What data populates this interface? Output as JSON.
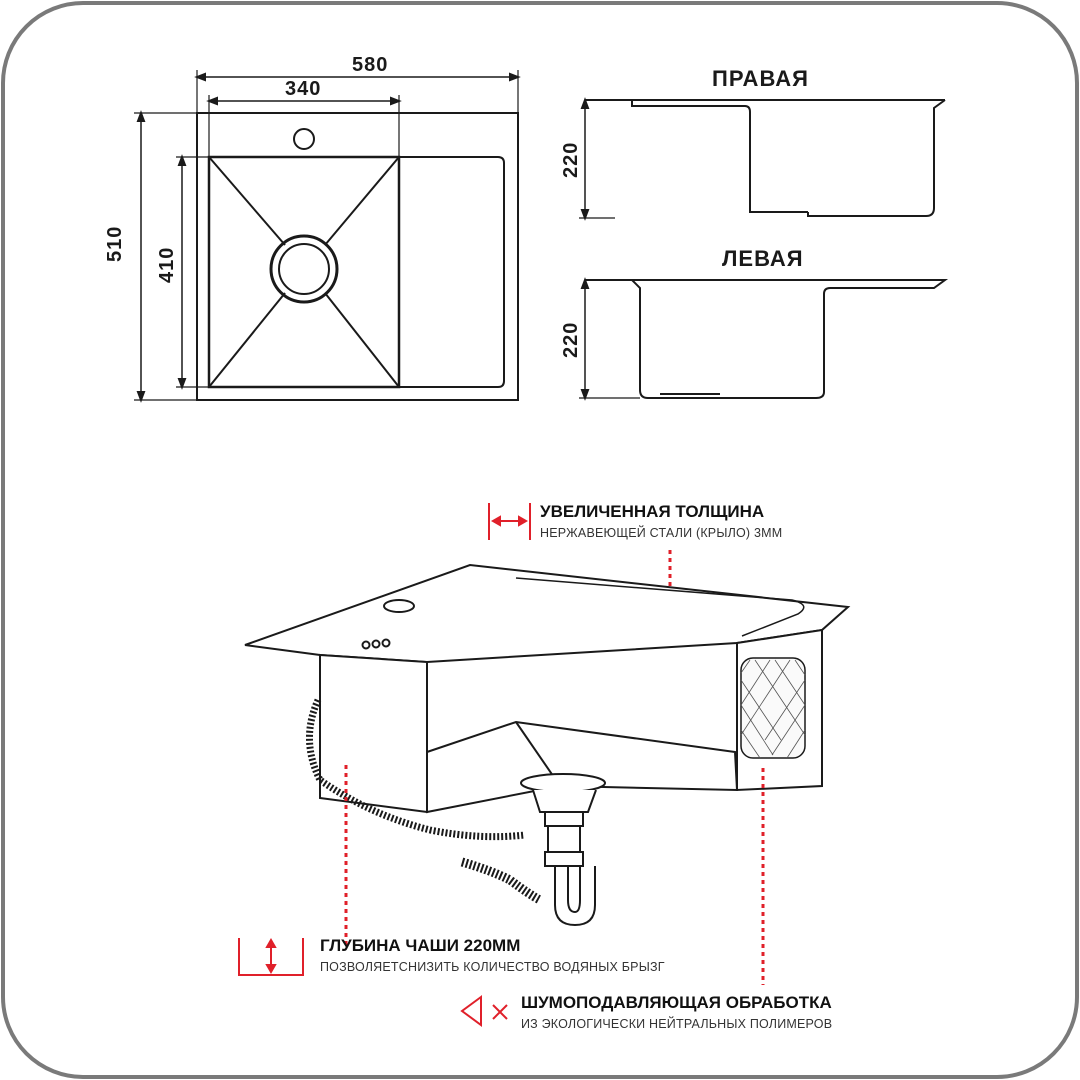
{
  "top_view": {
    "dim_width_total": "580",
    "dim_width_bowl": "340",
    "dim_height_total": "510",
    "dim_height_bowl": "410"
  },
  "side_views": {
    "right_title": "ПРАВАЯ",
    "left_title": "ЛЕВАЯ",
    "depth_right": "220",
    "depth_left": "220"
  },
  "features": {
    "thickness_title": "УВЕЛИЧЕННАЯ ТОЛЩИНА",
    "thickness_sub": "НЕРЖАВЕЮЩЕЙ СТАЛИ (КРЫЛО) 3ММ",
    "depth_title": "ГЛУБИНА ЧАШИ 220ММ",
    "depth_sub": "ПОЗВОЛЯЕТСНИЗИТЬ КОЛИЧЕСТВО ВОДЯНЫХ БРЫЗГ",
    "noise_title": "ШУМОПОДАВЛЯЮЩАЯ ОБРАБОТКА",
    "noise_sub": "ИЗ ЭКОЛОГИЧЕСКИ НЕЙТРАЛЬНЫХ ПОЛИМЕРОВ"
  },
  "colors": {
    "accent": "#e0202a",
    "line": "#1a1a1a",
    "frame": "#7a7a7a"
  }
}
